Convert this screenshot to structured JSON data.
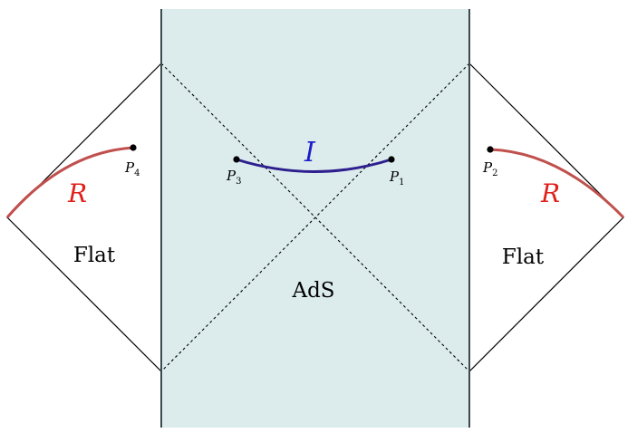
{
  "diagram": {
    "regions": {
      "left_flat": "Flat",
      "bulk": "AdS",
      "right_flat": "Flat"
    },
    "curves": {
      "left_radiation": "R",
      "island": "I",
      "right_radiation": "R"
    },
    "points": {
      "p1": {
        "base": "P",
        "sub": "1"
      },
      "p2": {
        "base": "P",
        "sub": "2"
      },
      "p3": {
        "base": "P",
        "sub": "3"
      },
      "p4": {
        "base": "P",
        "sub": "4"
      }
    },
    "colors": {
      "ads_fill": "#dcecec",
      "boundary": "#3d4a52",
      "radiation_curve": "#c0504d",
      "island_curve": "#2e1f8f",
      "label_red": "#e0201b",
      "label_blue": "#1c1cc8",
      "point": "#000000"
    }
  }
}
